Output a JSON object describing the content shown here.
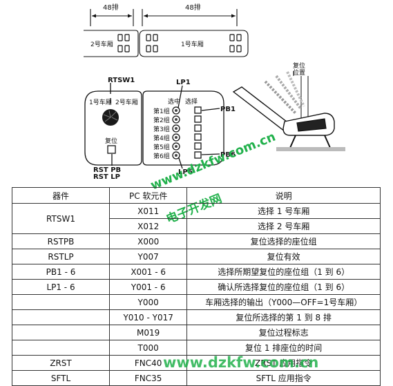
{
  "diagram": {
    "seat_rows": {
      "dim_left": "48排",
      "dim_right": "48排",
      "car2": "2号车厢",
      "car1": "1号车厢"
    },
    "control_panel": {
      "switch_label": "RTSW1",
      "car1_option": "1号车厢",
      "car2_option": "2号车厢",
      "reset_label": "复位",
      "rst_pb": "RST PB",
      "rst_lp": "RST LP",
      "lp1": "LP1",
      "selected_header": "选中",
      "select_header": "选择",
      "groups": [
        "第1组",
        "第2组",
        "第3组",
        "第4组",
        "第5组",
        "第6组"
      ],
      "pb1": "PB1",
      "pb6": "PB6",
      "lp6": "LP6"
    },
    "seat_illustration": {
      "reset_position": "复位\n位置"
    }
  },
  "watermarks": {
    "site_top": "www.dzkfw.com.cn",
    "chinese": "电子开发网",
    "site_bottom": "www.dzkfw.com.cn",
    "color": "#22b14c"
  },
  "table": {
    "headers": [
      "器件",
      "PC 软元件",
      "说明"
    ],
    "rtsw1": {
      "device": "RTSW1",
      "rows": [
        {
          "pc": "X011",
          "desc": "选择 1 号车厢"
        },
        {
          "pc": "X012",
          "desc": "选择 2 号车厢"
        }
      ]
    },
    "rows": [
      {
        "device": "RSTPB",
        "pc": "X000",
        "desc": "复位选择的座位组"
      },
      {
        "device": "RSTLP",
        "pc": "Y007",
        "desc": "复位有效"
      },
      {
        "device": "PB1 - 6",
        "pc": "X001 - 6",
        "desc": "选择所期望复位的座位组（1 到 6）"
      },
      {
        "device": "LP1 - 6",
        "pc": "Y001 - 6",
        "desc": "确认所选择复位的座位组（1 到 6）"
      },
      {
        "device": "",
        "pc": "Y000",
        "desc": "车厢选择的输出（Y000—OFF=1号车厢）"
      },
      {
        "device": "",
        "pc": "Y010 - Y017",
        "desc": "复位所选择的第 1 到 8 排"
      },
      {
        "device": "",
        "pc": "M019",
        "desc": "复位过程标志"
      },
      {
        "device": "",
        "pc": "T000",
        "desc": "复位 1 排座位的时间"
      },
      {
        "device": "ZRST",
        "pc": "FNC40",
        "desc": "ZRST 应用指令"
      },
      {
        "device": "SFTL",
        "pc": "FNC35",
        "desc": "SFTL 应用指令"
      }
    ]
  }
}
